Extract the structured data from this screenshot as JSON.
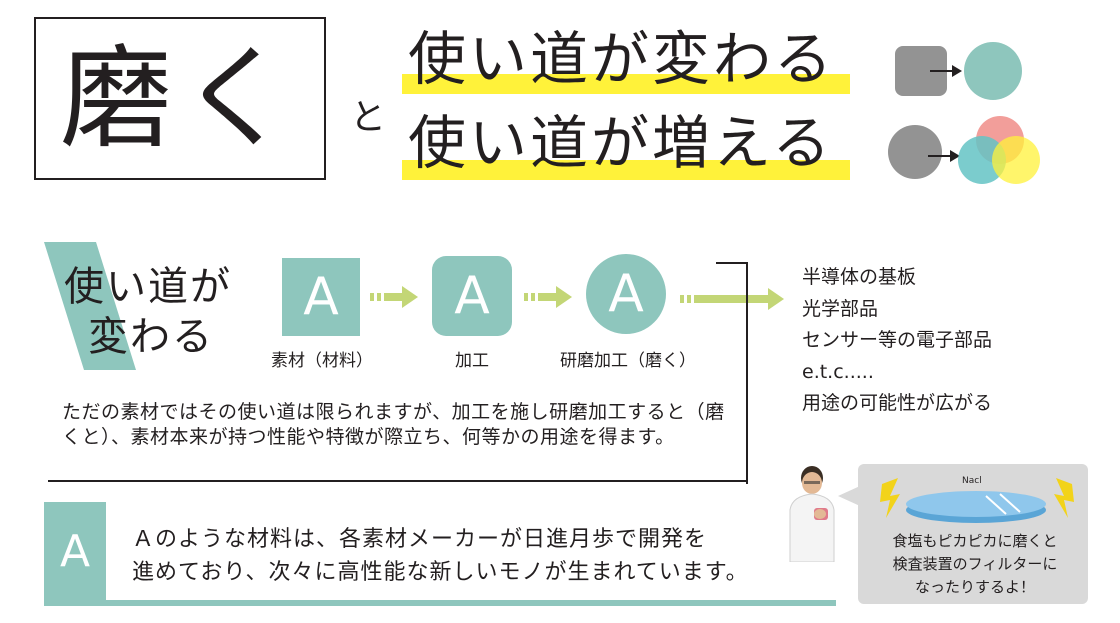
{
  "title": "磨く",
  "conjunction": "と",
  "headlines": [
    "使い道が変わる",
    "使い道が増える"
  ],
  "colors": {
    "teal": "#8ec6bd",
    "gray": "#939393",
    "pink": "#f1948f",
    "yellow": "#fff23a",
    "text": "#231f20"
  },
  "icons": {
    "change": [
      "gray-square-icon",
      "arrow-right-icon",
      "teal-circle-icon"
    ],
    "increase": [
      "gray-circle-icon",
      "arrow-right-icon",
      "three-circles-icon"
    ]
  },
  "process": {
    "heading": [
      "使い道が",
      "変わる"
    ],
    "steps": [
      {
        "letter": "A",
        "caption": "素材（材料）"
      },
      {
        "letter": "A",
        "caption": "加工"
      },
      {
        "letter": "A",
        "caption": "研磨加工（磨く）"
      }
    ]
  },
  "uses": [
    "半導体の基板",
    "光学部品",
    "センサー等の電子部品",
    "e.t.c.....",
    "用途の可能性が広がる"
  ],
  "explanation": "ただの素材ではその使い道は限られますが、加工を施し研磨加工すると（磨くと）、素材本来が持つ性能や特徴が際立ち、何等かの用途を得ます。",
  "material_note": {
    "letter": "A",
    "text_lines": [
      "Ａのような材料は、各素材メーカーが日進月歩で開発を",
      "進めており、次々に高性能な新しいモノが生まれています。"
    ]
  },
  "bubble": {
    "label": "Nacl",
    "text_lines": [
      "食塩もピカピカに磨くと",
      "検査装置のフィルターに",
      "なったりするよ！"
    ]
  }
}
